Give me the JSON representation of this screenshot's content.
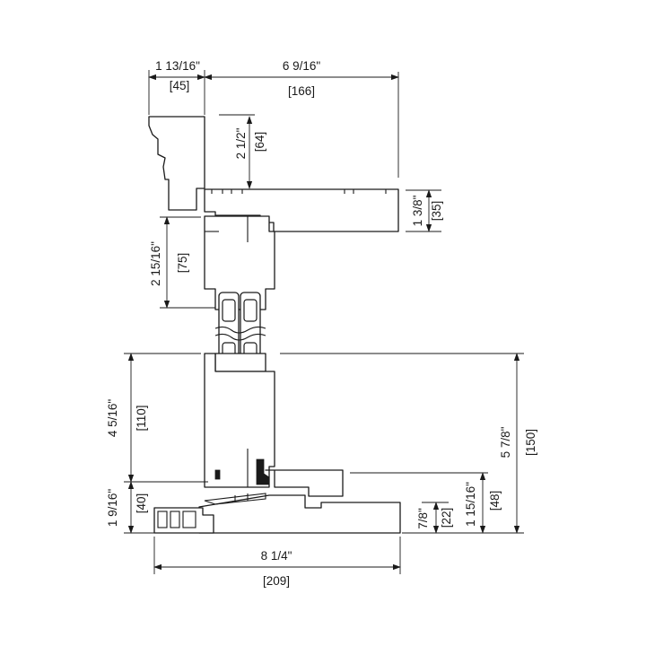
{
  "dimensions": {
    "casing_width": {
      "imperial": "1 13/16\"",
      "metric": "[45]"
    },
    "overall_jamb": {
      "imperial": "6 9/16\"",
      "metric": "[166]"
    },
    "head_height": {
      "imperial": "2 1/2\"",
      "metric": "[64]"
    },
    "jamb_thickness": {
      "imperial": "1 3/8\"",
      "metric": "[35]"
    },
    "upper_glass": {
      "imperial": "2 15/16\"",
      "metric": "[75]"
    },
    "lower_glass": {
      "imperial": "4 5/16\"",
      "metric": "[110]"
    },
    "sill_rise": {
      "imperial": "1 9/16\"",
      "metric": "[40]"
    },
    "sill_step": {
      "imperial": "7/8\"",
      "metric": "[22]"
    },
    "sill_height": {
      "imperial": "1 15/16\"",
      "metric": "[48]"
    },
    "total_height": {
      "imperial": "5 7/8\"",
      "metric": "[150]"
    },
    "sill_width": {
      "imperial": "8 1/4\"",
      "metric": "[209]"
    }
  },
  "colors": {
    "line": "#1a1a1a",
    "background": "#ffffff"
  }
}
